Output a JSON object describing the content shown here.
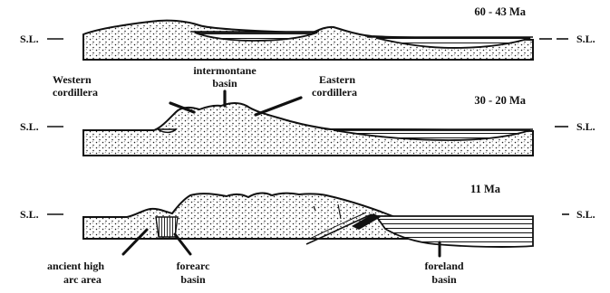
{
  "stages": [
    {
      "age": "60 - 43 Ma"
    },
    {
      "age": "30 - 20 Ma"
    },
    {
      "age": "11 Ma"
    }
  ],
  "sea_level": "S.L.",
  "labels": {
    "western_cordillera": [
      "Western",
      "cordillera"
    ],
    "intermontane_basin": [
      "intermontane",
      "basin"
    ],
    "eastern_cordillera": [
      "Eastern",
      "cordillera"
    ],
    "ancient_high_arc_area": [
      "ancient high",
      "arc area"
    ],
    "forearc_basin": [
      "forearc",
      "basin"
    ],
    "foreland_basin": [
      "foreland",
      "basin"
    ]
  }
}
